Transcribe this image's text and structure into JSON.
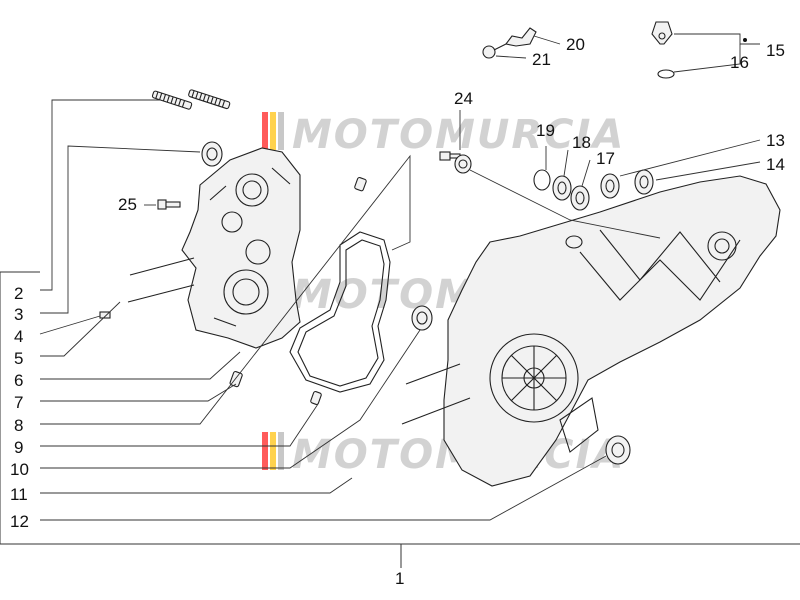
{
  "watermark": {
    "text": "MOTOMURCIA",
    "colors": [
      "#c8c8c8",
      "#ffd24d",
      "#ff5a5a"
    ]
  },
  "left_callouts": [
    "2",
    "3",
    "4",
    "5",
    "6",
    "7",
    "8",
    "9",
    "10",
    "11",
    "12"
  ],
  "bottom_callout": "1",
  "top_callouts": {
    "c20": "20",
    "c21": "21",
    "c15": "15",
    "c16": "16",
    "c24": "24",
    "c19": "19",
    "c18": "18",
    "c17": "17",
    "c13": "13",
    "c14": "14",
    "c25": "25"
  },
  "line_color": "#222222",
  "fill_color": "#f2f2f2"
}
